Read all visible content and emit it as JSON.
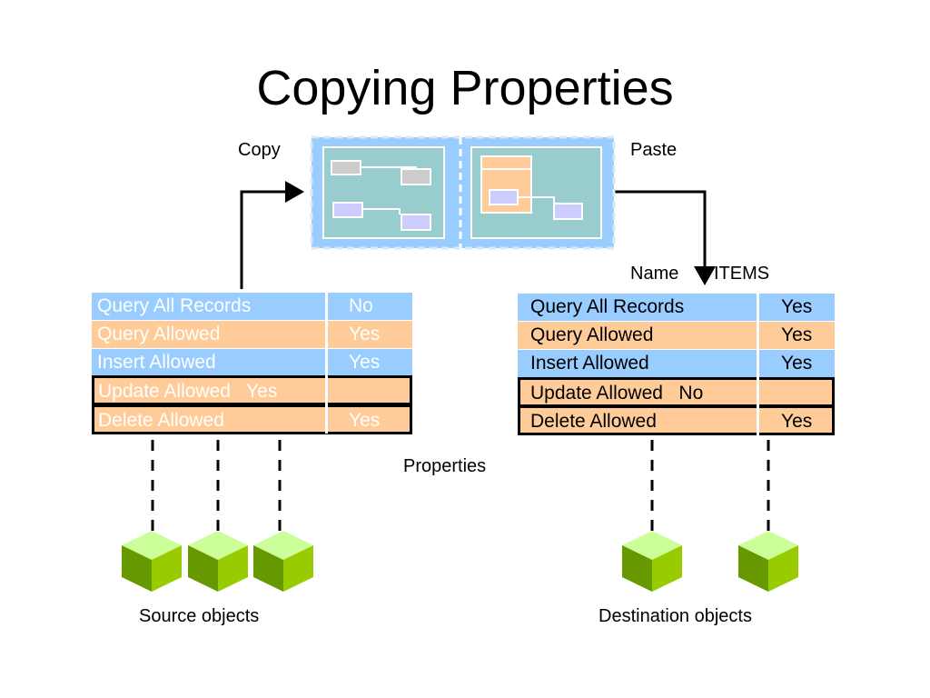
{
  "title": "Copying Properties",
  "labels": {
    "copy": "Copy",
    "paste": "Paste",
    "name": "Name",
    "items": "ITEMS",
    "properties": "Properties",
    "source_objects": "Source objects",
    "destination_objects": "Destination objects"
  },
  "source_table": {
    "rows": [
      {
        "name": "Query All Records",
        "value": "No",
        "fill": "blue"
      },
      {
        "name": "Query Allowed",
        "value": "Yes",
        "fill": "peach"
      },
      {
        "name": "Insert Allowed",
        "value": "Yes",
        "fill": "blue"
      },
      {
        "name": "Update Allowed   Yes",
        "value": "",
        "fill": "peach",
        "boxed": true
      },
      {
        "name": "Delete Allowed",
        "value": "Yes",
        "fill": "peach",
        "boxed": true
      }
    ]
  },
  "destination_table": {
    "rows": [
      {
        "name": "Query All Records",
        "value": "Yes",
        "fill": "blue"
      },
      {
        "name": "Query Allowed",
        "value": "Yes",
        "fill": "peach"
      },
      {
        "name": "Insert Allowed",
        "value": "Yes",
        "fill": "blue"
      },
      {
        "name": "Update Allowed   No",
        "value": "",
        "fill": "peach",
        "boxed": true
      },
      {
        "name": "Delete Allowed",
        "value": "Yes",
        "fill": "peach",
        "boxed": true
      }
    ]
  },
  "colors": {
    "blue": "#99ccff",
    "peach": "#ffcc99",
    "panel": "#99ccff",
    "panel_inner": "#99cccc",
    "cube_top": "#ccff99",
    "cube_left": "#669900",
    "cube_right": "#99cc00"
  },
  "icons": [
    "form-layout-icon",
    "cube-icon"
  ]
}
